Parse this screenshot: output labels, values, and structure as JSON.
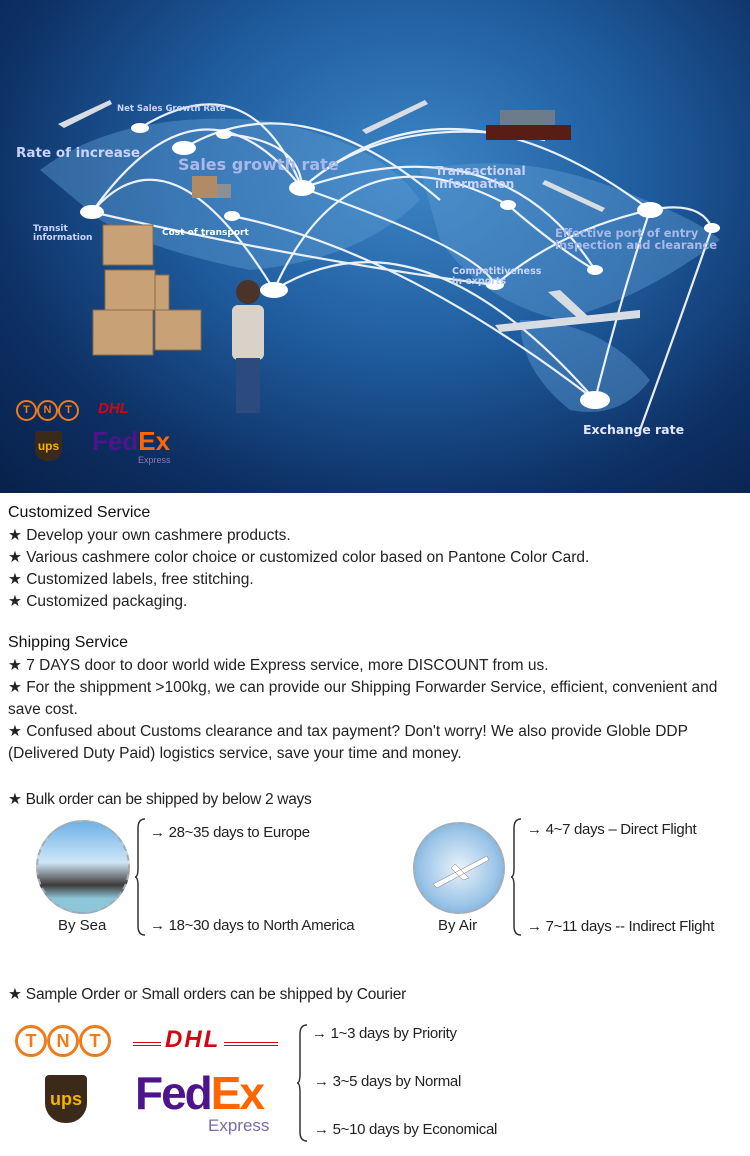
{
  "banner": {
    "labels": {
      "net_sales": "Net Sales Growth Rate",
      "rate_increase": "Rate of increase",
      "sales_growth": "Sales growth rate",
      "transit": [
        "Transit",
        "information"
      ],
      "cost_transport": "Cost of transport",
      "transactional": [
        "Transactional",
        "information"
      ],
      "port_entry": [
        "Effective port of entry",
        "inspection and clearance"
      ],
      "competitiveness": [
        "Competitiveness",
        "in exports"
      ],
      "exchange_rate": "Exchange rate"
    },
    "logos": {
      "tnt": "TNT",
      "dhl": "DHL",
      "ups": "ups",
      "fedex_fed": "Fed",
      "fedex_ex": "Ex",
      "fedex_express": "Express"
    }
  },
  "customized": {
    "title": "Customized Service",
    "items": [
      "★ Develop your own cashmere products.",
      "★ Various cashmere color choice or customized color based on Pantone Color Card.",
      "★ Customized labels, free stitching.",
      "★ Customized packaging."
    ]
  },
  "shipping": {
    "title": "Shipping Service",
    "items": [
      "★ 7 DAYS door to door world wide Express service, more DISCOUNT from us.",
      "★ For the shippment >100kg, we can provide our Shipping Forwarder Service, efficient, convenient and save cost.",
      "★ Confused about Customs clearance and tax payment? Don't worry! We also provide Globle DDP (Delivered Duty Paid) logistics service, save your time and money."
    ]
  },
  "bulk": {
    "title": "★ Bulk order can be shipped by below 2 ways",
    "sea": {
      "caption": "By Sea",
      "lines": [
        "→ 28~35 days to Europe",
        "→ 18~30 days to North America"
      ]
    },
    "air": {
      "caption": "By Air",
      "lines": [
        "→ 4~7 days – Direct Flight",
        "→ 7~11 days -- Indirect Flight"
      ]
    }
  },
  "courier": {
    "title": "★ Sample Order or Small orders can be shipped by Courier",
    "lines": [
      "→ 1~3 days by Priority",
      "→ 3~5 days by Normal",
      "→ 5~10 days by Economical"
    ]
  },
  "colors": {
    "tnt": "#f07b1a",
    "dhl": "#d40511",
    "ups_brown": "#3b2a1a",
    "ups_gold": "#f5b400",
    "fedex_purple": "#4d148c",
    "fedex_orange": "#ff6600"
  }
}
